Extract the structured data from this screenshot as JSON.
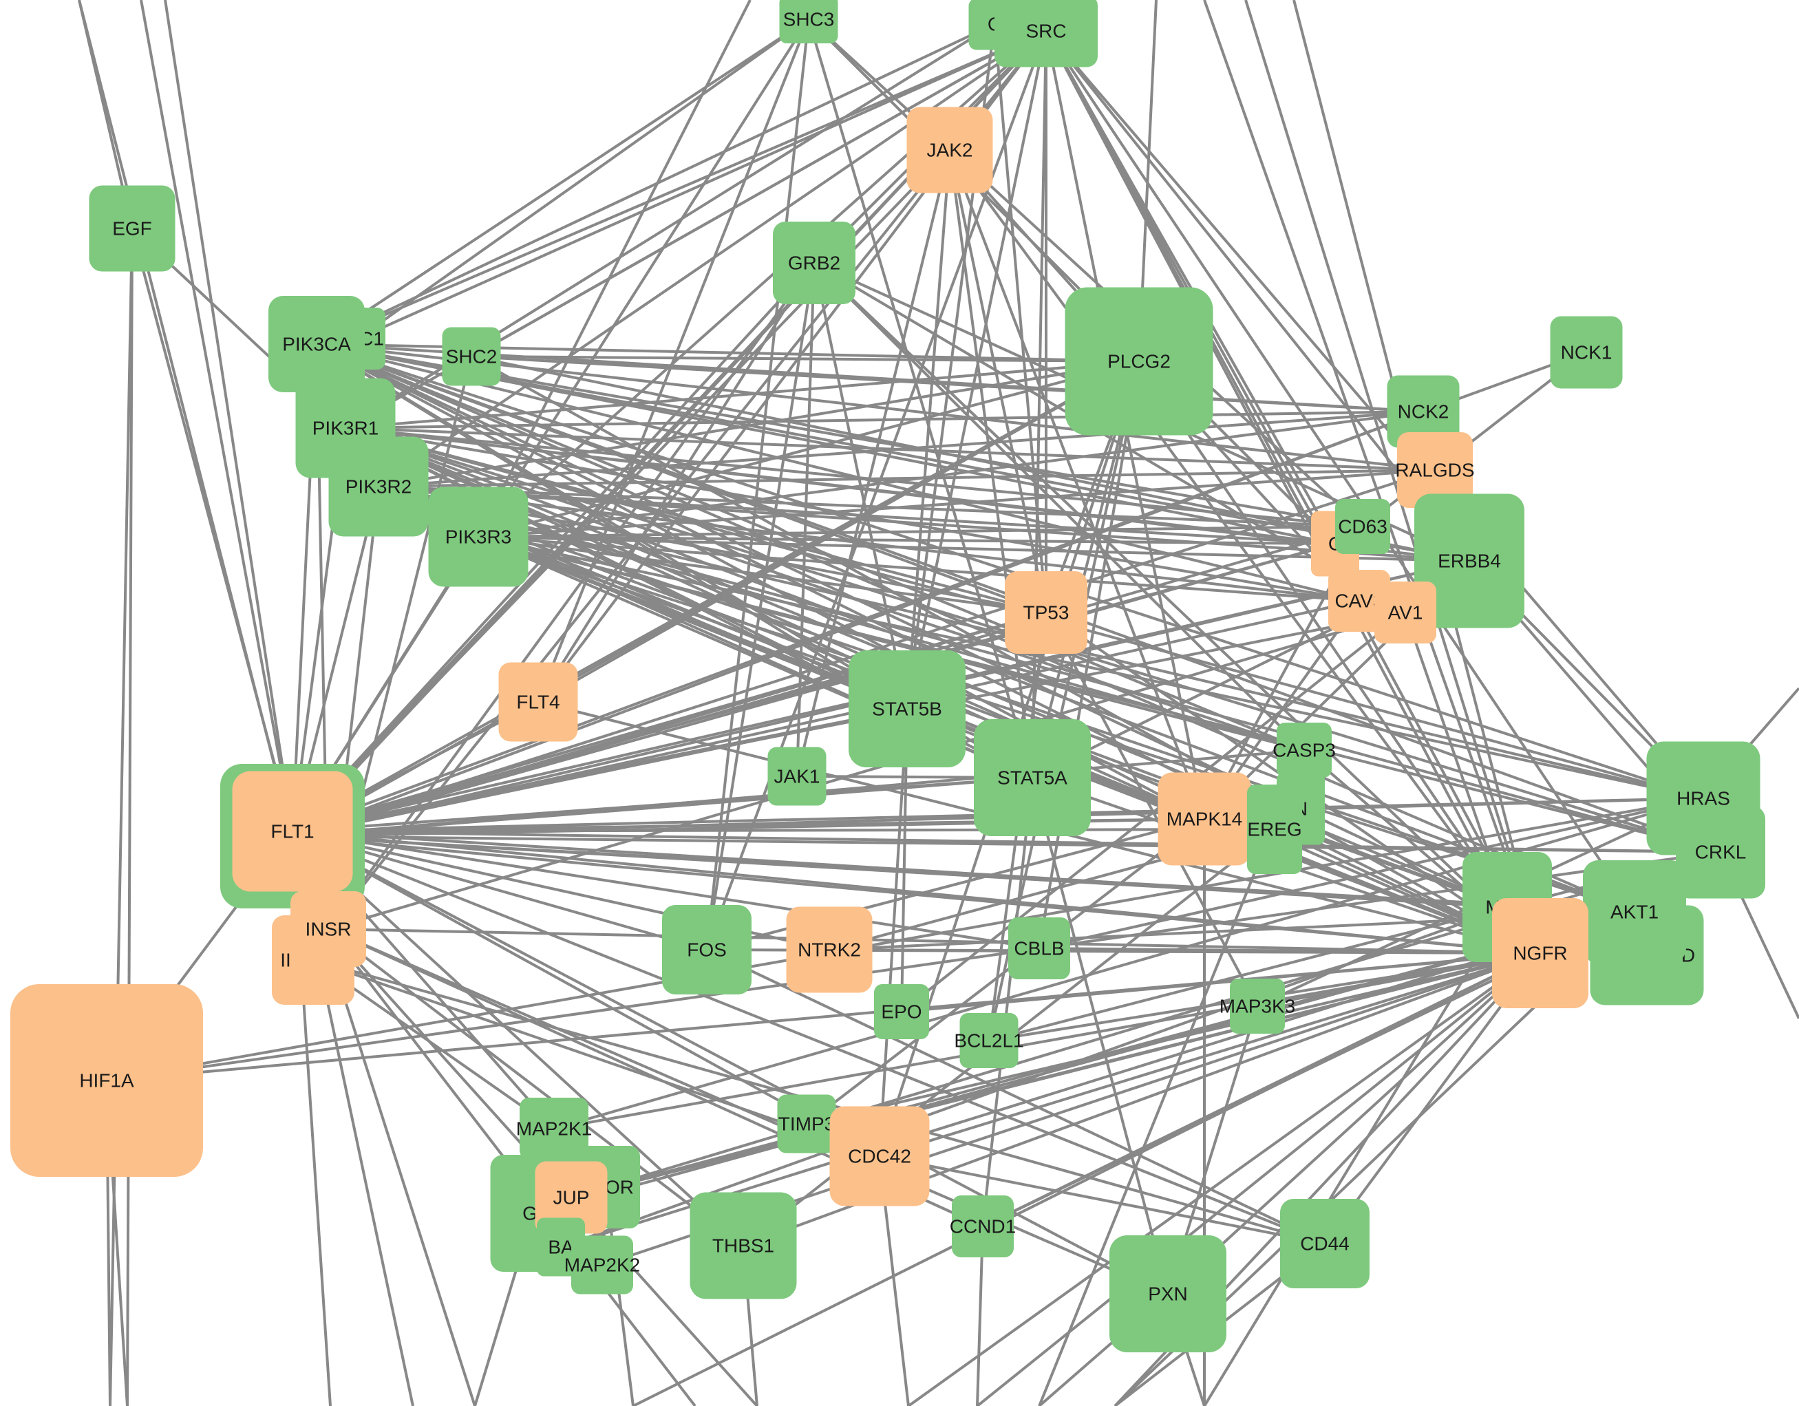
{
  "colors": {
    "edge": "#888888",
    "green": "#7ec97e",
    "orange": "#fcc08a"
  },
  "nodes": [
    {
      "id": "SHC3",
      "label": "SHC3",
      "color": "green"
    },
    {
      "id": "CBL",
      "label": "C",
      "color": "green"
    },
    {
      "id": "SRC",
      "label": "SRC",
      "color": "green"
    },
    {
      "id": "JAK2",
      "label": "JAK2",
      "color": "orange"
    },
    {
      "id": "EGF",
      "label": "EGF",
      "color": "green"
    },
    {
      "id": "GRB2",
      "label": "GRB2",
      "color": "green"
    },
    {
      "id": "PLCG1",
      "label": "C1",
      "color": "green"
    },
    {
      "id": "PIK3CA",
      "label": "PIK3CA",
      "color": "green"
    },
    {
      "id": "SHC2",
      "label": "SHC2",
      "color": "green"
    },
    {
      "id": "PLCG2",
      "label": "PLCG2",
      "color": "green"
    },
    {
      "id": "NCK1",
      "label": "NCK1",
      "color": "green"
    },
    {
      "id": "NCK2",
      "label": "NCK2",
      "color": "green"
    },
    {
      "id": "RALGDS",
      "label": "RALGDS",
      "color": "orange"
    },
    {
      "id": "PIK3R1",
      "label": "PIK3R1",
      "color": "green"
    },
    {
      "id": "PIK3R2",
      "label": "PIK3R2",
      "color": "green"
    },
    {
      "id": "PIK3R3",
      "label": "PIK3R3",
      "color": "green"
    },
    {
      "id": "CAV2",
      "label": "C",
      "color": "orange"
    },
    {
      "id": "CD63",
      "label": "CD63",
      "color": "green"
    },
    {
      "id": "ERBB4",
      "label": "ERBB4",
      "color": "green"
    },
    {
      "id": "CAV3",
      "label": "CAV3",
      "color": "orange"
    },
    {
      "id": "CAV1",
      "label": "AV1",
      "color": "orange"
    },
    {
      "id": "TP53",
      "label": "TP53",
      "color": "orange"
    },
    {
      "id": "FLT4",
      "label": "FLT4",
      "color": "orange"
    },
    {
      "id": "STAT5B",
      "label": "STAT5B",
      "color": "green"
    },
    {
      "id": "CASP3",
      "label": "CASP3",
      "color": "green"
    },
    {
      "id": "JAK1",
      "label": "JAK1",
      "color": "green"
    },
    {
      "id": "STAT5A",
      "label": "STAT5A",
      "color": "green"
    },
    {
      "id": "HRAS",
      "label": "HRAS",
      "color": "green"
    },
    {
      "id": "KDR",
      "label": "",
      "color": "green"
    },
    {
      "id": "FLT1",
      "label": "FLT1",
      "color": "orange"
    },
    {
      "id": "NRG",
      "label": "N",
      "color": "green"
    },
    {
      "id": "MAPK14",
      "label": "MAPK14",
      "color": "orange"
    },
    {
      "id": "EREG",
      "label": "EREG",
      "color": "green"
    },
    {
      "id": "CRKL",
      "label": "CRKL",
      "color": "green"
    },
    {
      "id": "MAPK1",
      "label": "M",
      "color": "green"
    },
    {
      "id": "KIT",
      "label": "D",
      "color": "green"
    },
    {
      "id": "AKT1",
      "label": "AKT1",
      "color": "green"
    },
    {
      "id": "NGFR",
      "label": "NGFR",
      "color": "orange"
    },
    {
      "id": "IGF1R",
      "label": "II",
      "color": "orange"
    },
    {
      "id": "INSR",
      "label": "INSR",
      "color": "orange"
    },
    {
      "id": "FOS",
      "label": "FOS",
      "color": "green"
    },
    {
      "id": "NTRK2",
      "label": "NTRK2",
      "color": "orange"
    },
    {
      "id": "CBLB",
      "label": "CBLB",
      "color": "green"
    },
    {
      "id": "EPO",
      "label": "EPO",
      "color": "green"
    },
    {
      "id": "MAP3K3",
      "label": "MAP3K3",
      "color": "green"
    },
    {
      "id": "BCL2L1",
      "label": "BCL2L1",
      "color": "green"
    },
    {
      "id": "HIF1A",
      "label": "HIF1A",
      "color": "orange"
    },
    {
      "id": "MAP2K1",
      "label": "MAP2K1",
      "color": "green"
    },
    {
      "id": "TIMP3",
      "label": "TIMP3",
      "color": "green"
    },
    {
      "id": "CDC42",
      "label": "CDC42",
      "color": "orange"
    },
    {
      "id": "GSK3B",
      "label": "G",
      "color": "green"
    },
    {
      "id": "MTOR",
      "label": "OR",
      "color": "green"
    },
    {
      "id": "JUP",
      "label": "JUP",
      "color": "orange"
    },
    {
      "id": "BAD",
      "label": "BA",
      "color": "green"
    },
    {
      "id": "MAP2K2",
      "label": "MAP2K2",
      "color": "green"
    },
    {
      "id": "THBS1",
      "label": "THBS1",
      "color": "green"
    },
    {
      "id": "CCND1",
      "label": "CCND1",
      "color": "green"
    },
    {
      "id": "PXN",
      "label": "PXN",
      "color": "green"
    },
    {
      "id": "CD44",
      "label": "CD44",
      "color": "green"
    }
  ]
}
